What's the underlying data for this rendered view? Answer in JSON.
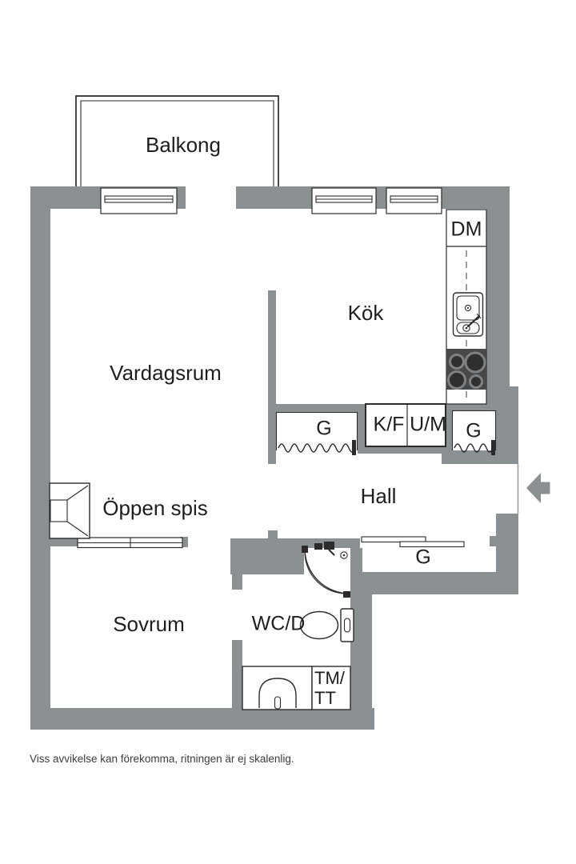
{
  "colors": {
    "wall": "#8b9093",
    "stove": "#46484a",
    "burner": "#2d2f31",
    "ring": "#7e8284",
    "line": "#2b2b2b",
    "text": "#1e1e1e",
    "background": "#ffffff"
  },
  "floorplan": {
    "rooms": {
      "balkong": "Balkong",
      "vardagsrum": "Vardagsrum",
      "kok": "Kök",
      "hall": "Hall",
      "sovrum": "Sovrum",
      "oppen_spis": "Öppen spis",
      "wcd": "WC/D"
    },
    "fixtures": {
      "dm": "DM",
      "kf": "K/F",
      "um": "U/M",
      "g_left": "G",
      "g_right": "G",
      "g_hall": "G",
      "tmtt": "TM/\nTT"
    },
    "disclaimer": "Viss avvikelse kan förekomma, ritningen är ej skalenlig."
  }
}
